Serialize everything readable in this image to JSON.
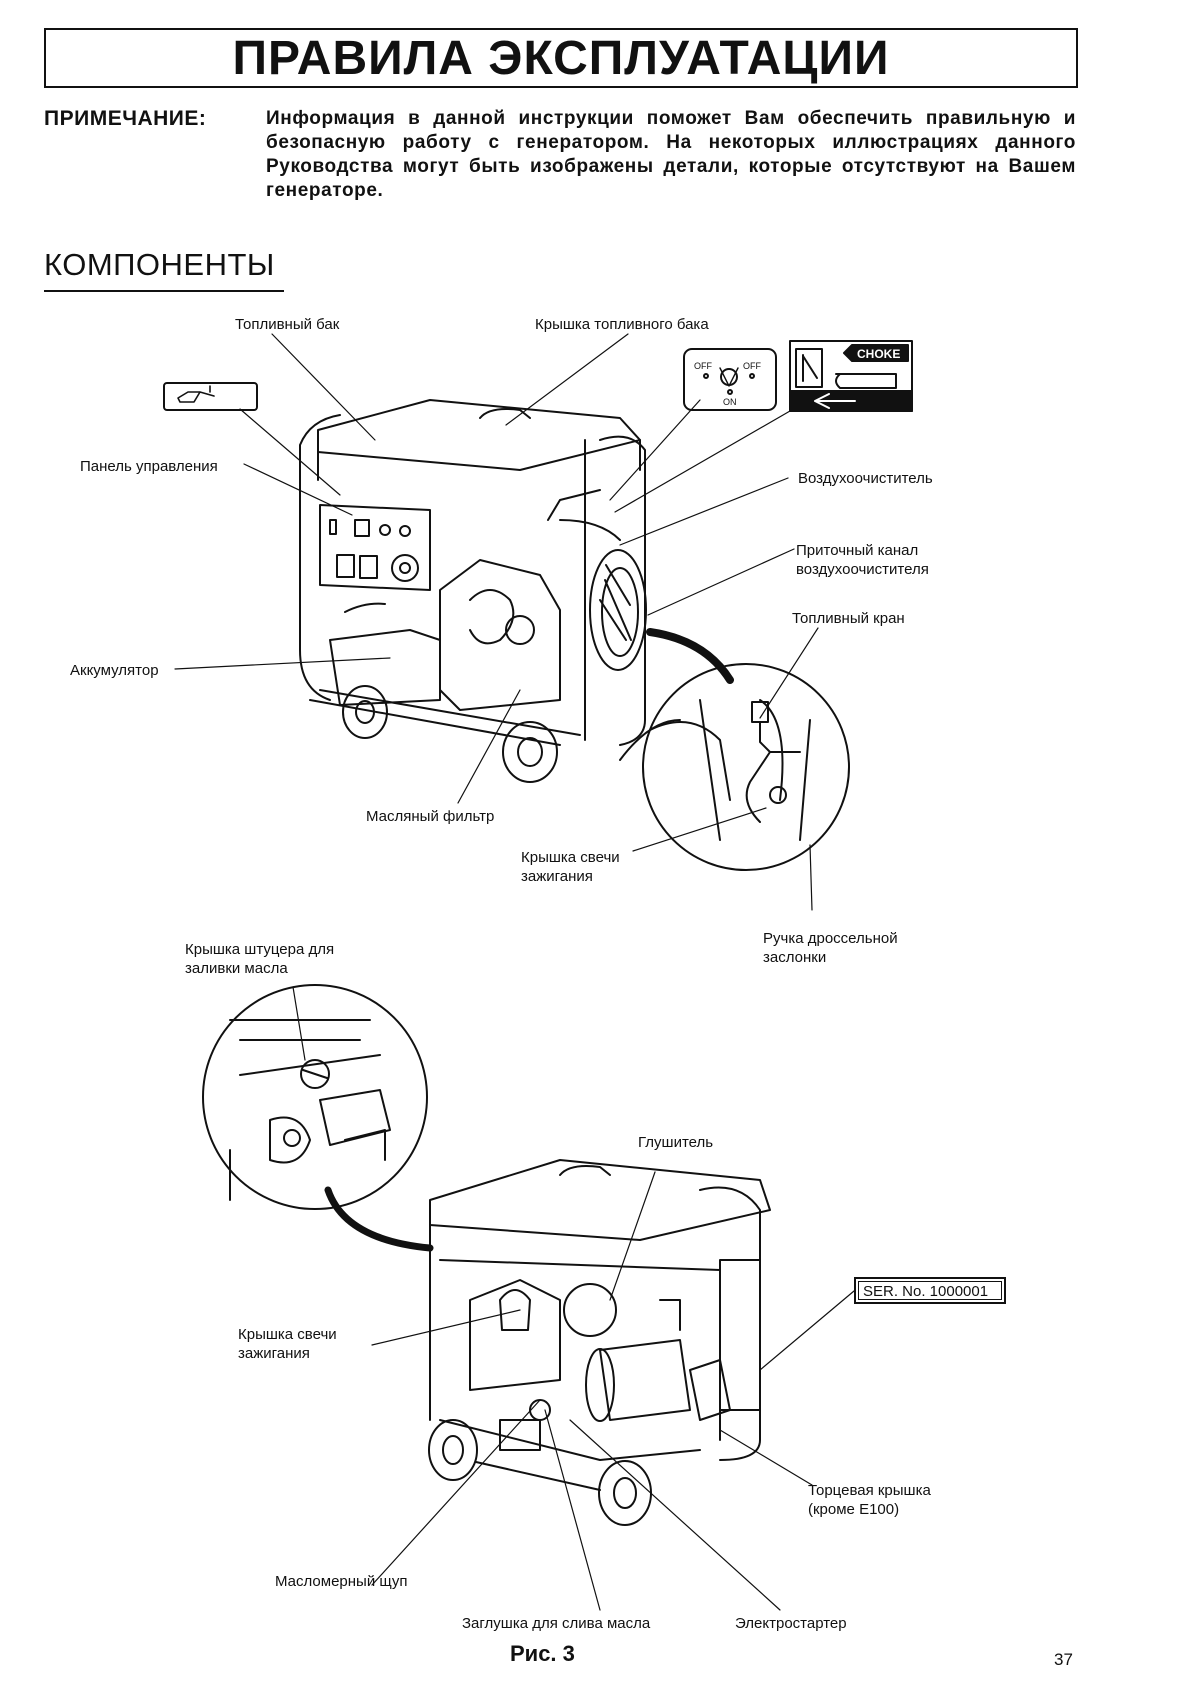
{
  "header": {
    "title": "ПРАВИЛА ЭКСПЛУАТАЦИИ"
  },
  "note": {
    "label": "ПРИМЕЧАНИЕ:",
    "text": "Информация в данной инструкции поможет Вам обеспечить правильную и безопасную работу с генератором. На некоторых иллюстрациях данного Руководства могут быть изображены детали, которые отсутствуют на Вашем генераторе."
  },
  "section": {
    "title": "КОМПОНЕНТЫ"
  },
  "labels_top": {
    "fuel_tank": "Топливный бак",
    "fuel_cap": "Крышка топливного бака",
    "control_panel": "Панель управления",
    "air_cleaner": "Воздухоочиститель",
    "air_intake": "Приточный канал воздухоочистителя",
    "fuel_cock": "Топливный кран",
    "battery": "Аккумулятор",
    "oil_filter": "Масляный фильтр",
    "spark_plug_cap": "Крышка свечи зажигания",
    "choke_lever": "Ручка дроссельной заслонки",
    "oil_filler_cap": "Крышка штуцера для заливки масла"
  },
  "labels_bottom": {
    "muffler": "Глушитель",
    "serial": "SER. No. 1000001",
    "spark_plug_cap": "Крышка свечи зажигания",
    "end_cover": "Торцевая крышка (кроме E100)",
    "dipstick": "Масломерный щуп",
    "drain_plug": "Заглушка для слива масла",
    "starter": "Электростартер"
  },
  "inset_labels": {
    "off_left": "OFF",
    "off_right": "OFF",
    "on": "ON",
    "choke": "CHOKE"
  },
  "figure": {
    "caption": "Рис. 3"
  },
  "page": {
    "number": "37"
  }
}
